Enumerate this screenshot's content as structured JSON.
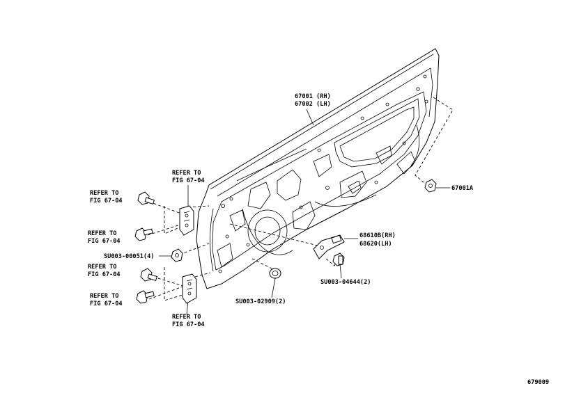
{
  "diagram_id": "679009",
  "callouts": {
    "door_panel_rh": "67001 (RH)",
    "door_panel_lh": "67002 (LH)",
    "part_67001a": "67001A",
    "check_rh": "68610B(RH)",
    "check_lh": "68620(LH)",
    "bolt_su003_00051": "SU003-00051(4)",
    "bolt_su003_04644": "SU003-04644(2)",
    "plug_su003_02909": "SU003-02909(2)",
    "refer_to": "REFER TO",
    "fig_ref": "FIG 67-04"
  }
}
